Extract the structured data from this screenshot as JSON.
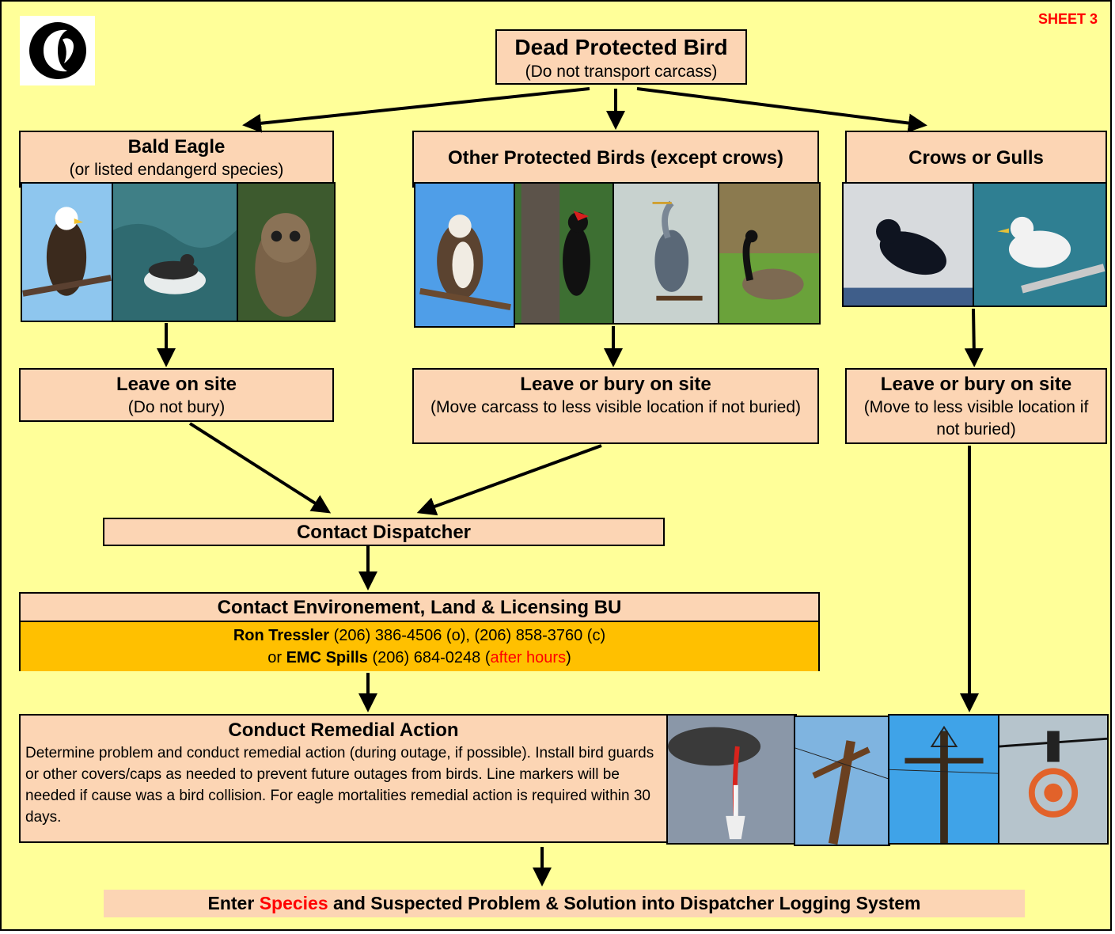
{
  "sheet_label": "SHEET 3",
  "logo_icon": "city-seal-logo",
  "start": {
    "title": "Dead Protected Bird",
    "subtitle": "(Do not transport carcass)"
  },
  "categories": [
    {
      "title": "Bald Eagle",
      "subtitle": "(or listed endangerd species)",
      "photos": [
        "bald-eagle",
        "murrelet",
        "spotted-owl"
      ]
    },
    {
      "title": "Other Protected Birds (except crows)",
      "photos": [
        "osprey",
        "pileated-woodpecker",
        "great-blue-heron",
        "canada-goose"
      ]
    },
    {
      "title": "Crows or Gulls",
      "photos": [
        "crow",
        "gull"
      ]
    }
  ],
  "actions": [
    {
      "title": "Leave on site",
      "subtitle": "(Do not bury)"
    },
    {
      "title": "Leave or bury on site",
      "subtitle": "(Move carcass to less visible location if not buried)"
    },
    {
      "title": "Leave or bury on site",
      "subtitle": "(Move to less visible location if not buried)"
    }
  ],
  "dispatcher": {
    "title": "Contact Dispatcher"
  },
  "environment": {
    "title": "Contact Environement, Land & Licensing BU",
    "contact1_name": "Ron Tressler",
    "contact1_phones": " (206) 386-4506 (o), (206) 858-3760 (c)",
    "or_text": "or ",
    "contact2_name": "EMC Spills",
    "contact2_phone": " (206) 684-0248 (",
    "after_hours": "after hours",
    "close_paren": ")"
  },
  "remedial": {
    "title": "Conduct Remedial Action",
    "body": "Determine problem and conduct remedial action (during outage, if possible).  Install bird guards or other covers/caps as needed to prevent future outages from birds. Line markers will be needed if cause was a bird collision.  For eagle mortalities remedial action is required within 30 days.",
    "photos": [
      "perch-guard",
      "utility-pole-crossarm",
      "utility-pole-triangle",
      "line-marker"
    ]
  },
  "final": {
    "prefix": "Enter ",
    "species": "Species",
    "suffix": " and Suspected Problem & Solution into Dispatcher Logging System"
  },
  "colors": {
    "background": "#ffff99",
    "box": "#fcd5b4",
    "contact_band": "#ffc000",
    "highlight": "#ff0000"
  }
}
